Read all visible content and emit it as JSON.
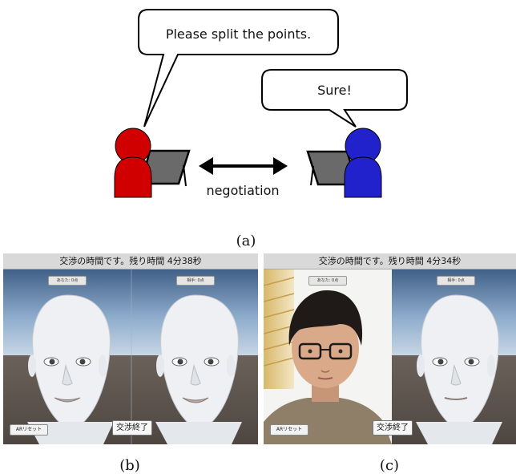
{
  "diagram": {
    "bubble_left_text": "Please split the points.",
    "bubble_right_text": "Sure!",
    "arrow_label": "negotiation",
    "person_left_color": "#d10000",
    "person_right_color": "#2222cc"
  },
  "captions": {
    "a": "(a)",
    "b": "(b)",
    "c": "(c)"
  },
  "panel_b": {
    "status_text": "交渉の時間です。残り時間 4分38秒",
    "you_label": "あなた: 0点",
    "opponent_label": "相手: 0点",
    "ar_reset_label": "ARリセット",
    "end_button_label": "交渉終了"
  },
  "panel_c": {
    "status_text": "交渉の時間です。残り時間 4分34秒",
    "you_label": "あなた: 0点",
    "opponent_label": "相手: 0点",
    "ar_reset_label": "ARリセット",
    "end_button_label": "交渉終了"
  }
}
